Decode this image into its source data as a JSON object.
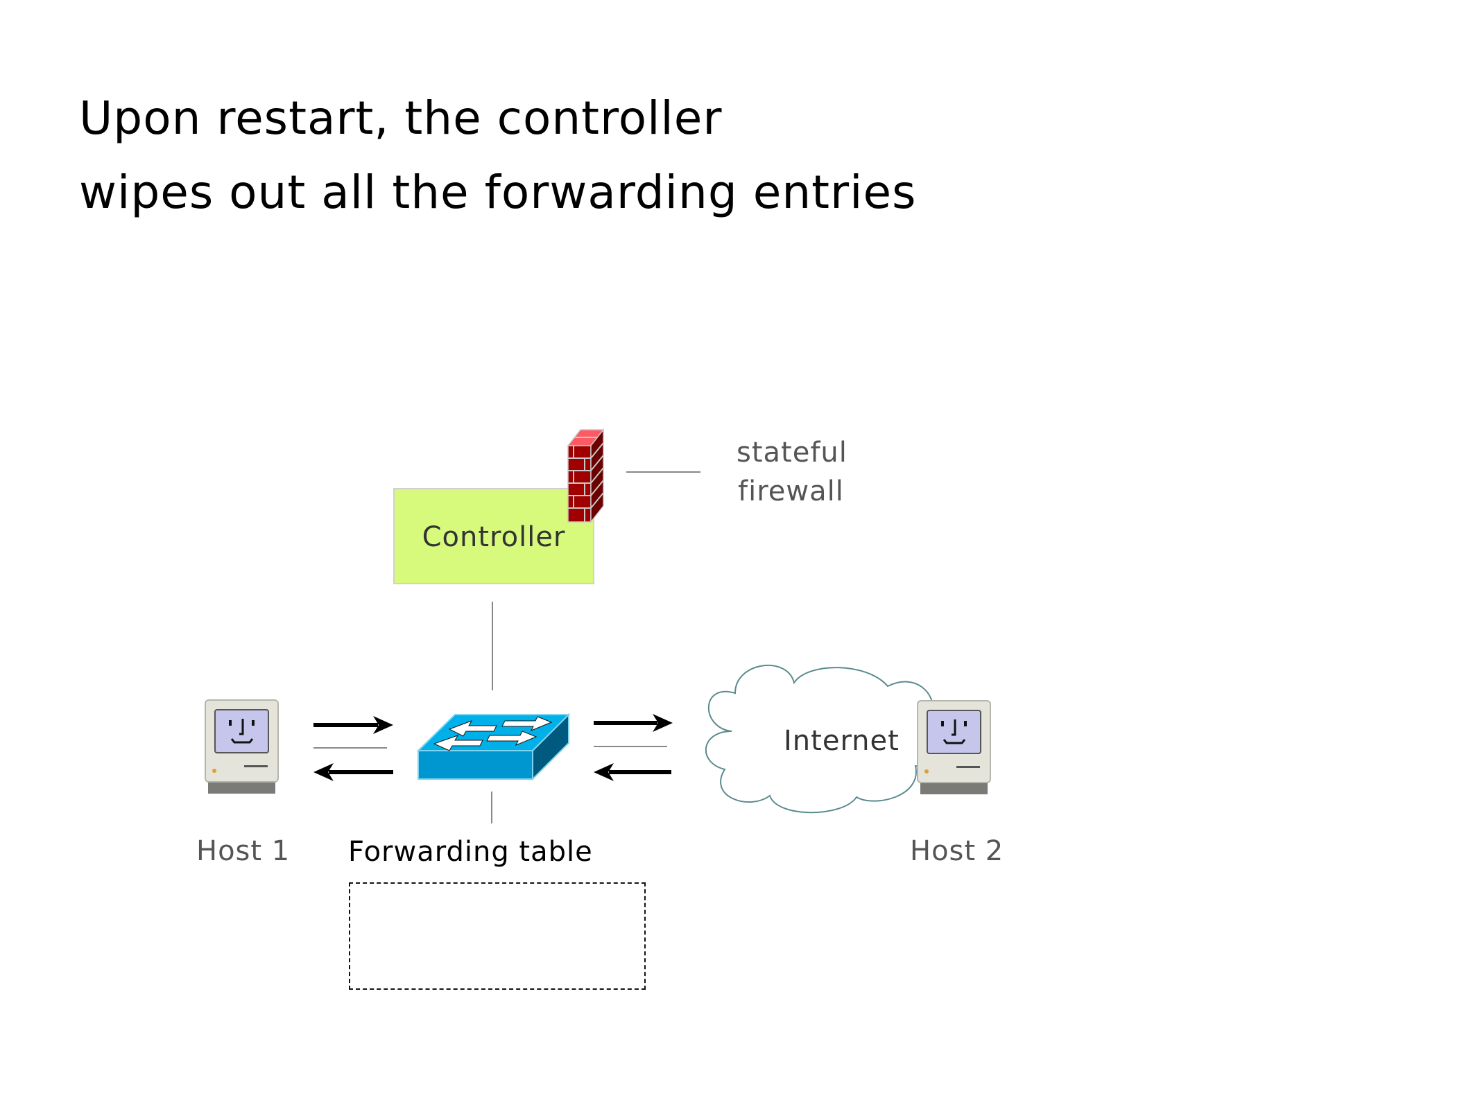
{
  "slide": {
    "title_lines": [
      "Upon restart, the controller",
      "wipes out all the forwarding entries"
    ]
  },
  "diagram": {
    "controller": {
      "label": "Controller",
      "color": "#d8fa7c"
    },
    "firewall": {
      "icon": "firewall-icon",
      "label_lines": [
        "stateful",
        "firewall"
      ]
    },
    "switch": {
      "icon": "switch-icon",
      "color": "#00b0e8"
    },
    "forwarding_table": {
      "label": "Forwarding table",
      "entries": []
    },
    "host1": {
      "label": "Host 1",
      "icon": "computer-icon"
    },
    "host2": {
      "label": "Host 2",
      "icon": "computer-icon"
    },
    "internet": {
      "label": "Internet",
      "icon": "cloud-icon"
    }
  }
}
